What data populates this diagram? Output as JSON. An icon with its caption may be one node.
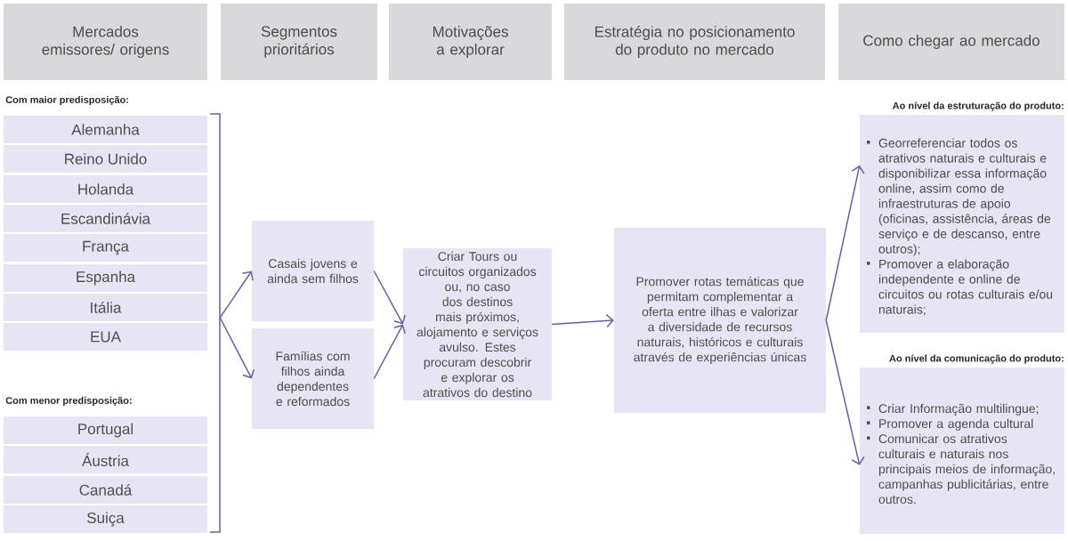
{
  "diagram": {
    "nodes": [
      {
        "text": [
          "Mercados emissores/ origens"
        ]
      },
      {
        "text": [
          "Segmentos prioritários"
        ]
      },
      {
        "text": [
          "Motivações a explorar"
        ]
      },
      {
        "text": [
          "Estratégia no posicionamento do produto no mercado"
        ]
      },
      {
        "text": [
          "Como chegar ao mercado"
        ]
      },
      {
        "text": [
          "Alemanha"
        ]
      },
      {
        "text": [
          "Reino Unido"
        ]
      },
      {
        "text": [
          "Holanda"
        ]
      },
      {
        "text": [
          "Escandinávia"
        ]
      },
      {
        "text": [
          "França"
        ]
      },
      {
        "text": [
          "Espanha"
        ]
      },
      {
        "text": [
          "Itália"
        ]
      },
      {
        "text": [
          "EUA"
        ]
      },
      {
        "text": [
          "Portugal"
        ]
      },
      {
        "text": [
          "Áustria"
        ]
      },
      {
        "text": [
          "Canadá"
        ]
      },
      {
        "text": [
          "Suiça"
        ]
      },
      {
        "text": [],
        "shape": "bracket"
      },
      {
        "text": [
          "Casais jovens e ainda sem filhos"
        ]
      },
      {
        "text": [
          "Famílias com filhos ainda dependentes e reformados"
        ]
      },
      {
        "text": [
          "Criar Tours ou circuitos organizados ou, no caso dos destinos mais próximos, alojamento e serviços avulso. Estes procuram descobrir e explorar os atrativos do destino"
        ]
      },
      {
        "text": [
          "Promover rotas temáticas que permitam complementar a oferta entre ilhas e valorizar a diversidade de recursos naturais, históricos e culturais através de experiências únicas"
        ]
      },
      {
        "text": [
          "Ao nível da estruturação do produto:",
          "Georreferenciar todos os atrativos naturais e culturais e disponibilizar essa informação online, assim como de infraestruturas de apoio (oficinas, assistência, áreas de serviço e de descanso, entre outros);",
          "Promover a elaboração independente e online de circuitos ou rotas culturais e/ou naturais;"
        ]
      },
      {
        "text": [
          "Ao nível da comunicação do produto:",
          "Criar Informação multilingue;",
          "Promover a agenda cultural",
          "Comunicar os atrativos culturais e naturais nos principais meios de informação, campanhas publicitárias, entre outros."
        ]
      }
    ],
    "edges": [
      {
        "from": 17,
        "to": 18,
        "arrow": "to"
      },
      {
        "from": 17,
        "to": 19,
        "arrow": "to"
      },
      {
        "from": 18,
        "to": 20,
        "arrow": "to"
      },
      {
        "from": 19,
        "to": 20,
        "arrow": "to"
      },
      {
        "from": 20,
        "to": 21,
        "arrow": "to"
      },
      {
        "from": 21,
        "to": 22,
        "arrow": "to"
      },
      {
        "from": 21,
        "to": 23,
        "arrow": "to"
      }
    ],
    "labels": [
      "Com maior predisposição:",
      "Com menor predisposição:"
    ]
  }
}
